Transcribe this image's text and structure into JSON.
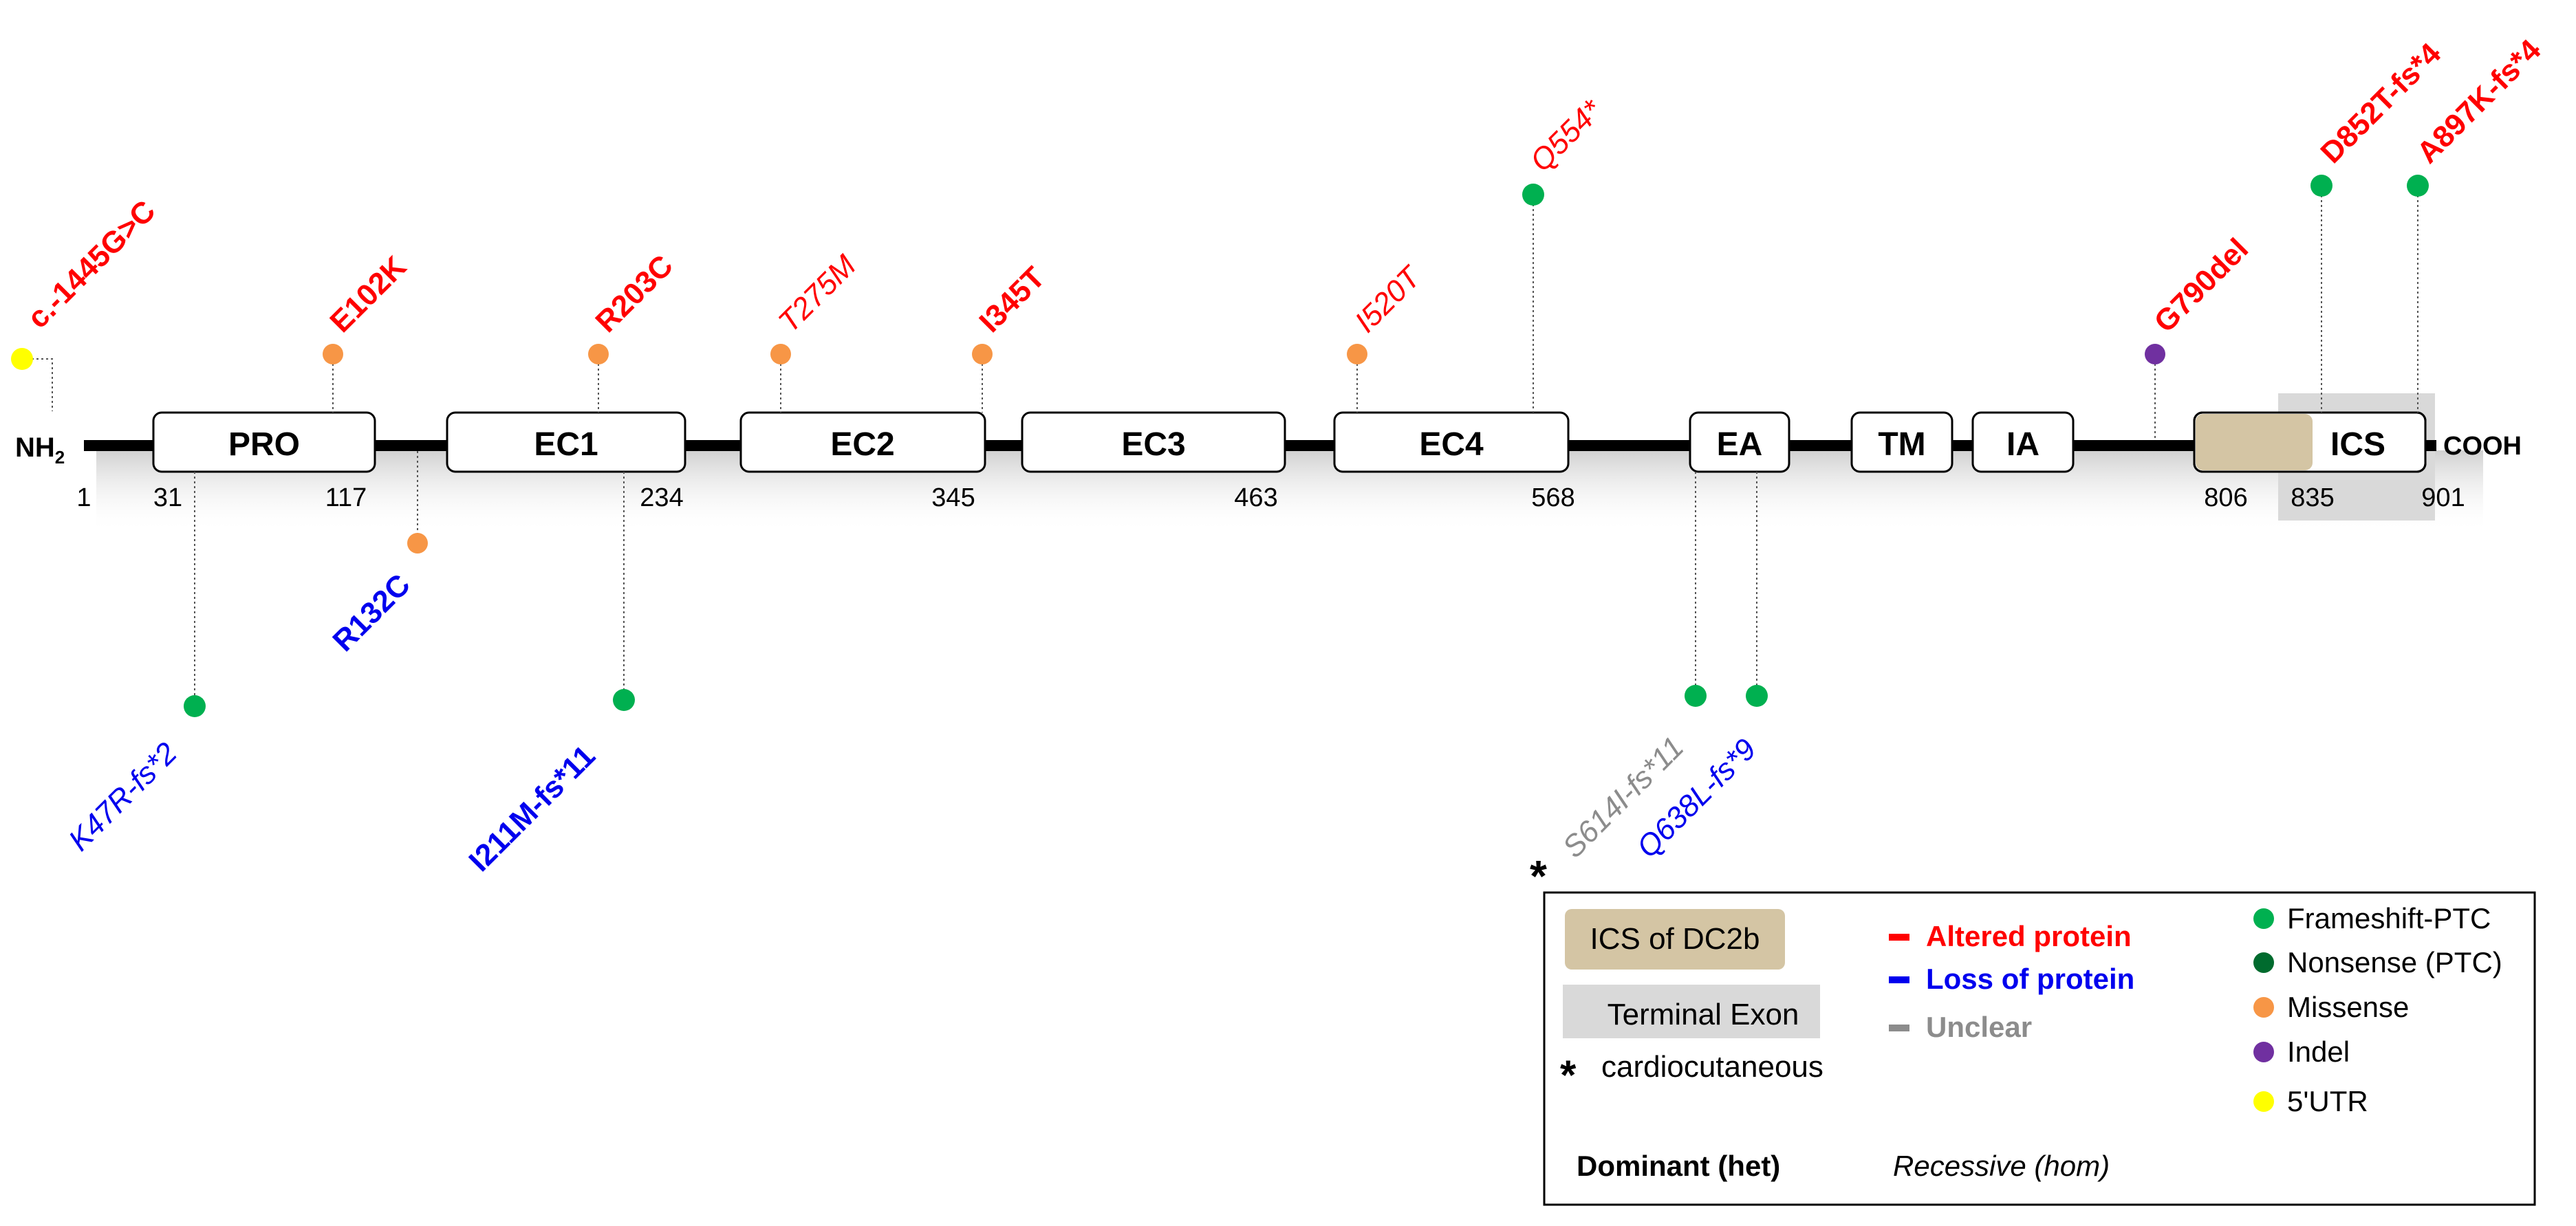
{
  "protein": {
    "n_terminus": "NH",
    "n_terminus_sub": "2",
    "c_terminus": "COOH"
  },
  "domains": [
    {
      "id": "pro",
      "label": "PRO"
    },
    {
      "id": "ec1",
      "label": "EC1"
    },
    {
      "id": "ec2",
      "label": "EC2"
    },
    {
      "id": "ec3",
      "label": "EC3"
    },
    {
      "id": "ec4",
      "label": "EC4"
    },
    {
      "id": "ea",
      "label": "EA"
    },
    {
      "id": "tm",
      "label": "TM"
    },
    {
      "id": "ia",
      "label": "IA"
    },
    {
      "id": "ics",
      "label": "ICS"
    }
  ],
  "positions": [
    "1",
    "31",
    "117",
    "234",
    "345",
    "463",
    "568",
    "806",
    "835",
    "901"
  ],
  "variants": [
    {
      "id": "c1445",
      "label": "c.-1445G>C",
      "type": "5'UTR",
      "effect": "altered",
      "inheritance": "dominant"
    },
    {
      "id": "e102k",
      "label": "E102K",
      "type": "missense",
      "effect": "altered",
      "inheritance": "dominant"
    },
    {
      "id": "r203c",
      "label": "R203C",
      "type": "missense",
      "effect": "altered",
      "inheritance": "dominant"
    },
    {
      "id": "t275m",
      "label": "T275M",
      "type": "missense",
      "effect": "altered",
      "inheritance": "recessive"
    },
    {
      "id": "i345t",
      "label": "I345T",
      "type": "missense",
      "effect": "altered",
      "inheritance": "dominant"
    },
    {
      "id": "i520t",
      "label": "I520T",
      "type": "missense",
      "effect": "altered",
      "inheritance": "recessive"
    },
    {
      "id": "q554",
      "label": "Q554*",
      "type": "frameshift",
      "effect": "altered",
      "inheritance": "recessive"
    },
    {
      "id": "g790del",
      "label": "G790del",
      "type": "indel",
      "effect": "altered",
      "inheritance": "dominant"
    },
    {
      "id": "d852t",
      "label": "D852T-fs*4",
      "type": "frameshift",
      "effect": "altered",
      "inheritance": "dominant"
    },
    {
      "id": "a897k",
      "label": "A897K-fs*4",
      "type": "frameshift",
      "effect": "altered",
      "inheritance": "dominant"
    },
    {
      "id": "r132c",
      "label": "R132C",
      "type": "missense",
      "effect": "loss",
      "inheritance": "dominant"
    },
    {
      "id": "k47r",
      "label": "K47R-fs*2",
      "type": "frameshift",
      "effect": "loss",
      "inheritance": "recessive"
    },
    {
      "id": "i211m",
      "label": "I211M-fs*11",
      "type": "frameshift",
      "effect": "loss",
      "inheritance": "dominant"
    },
    {
      "id": "s614i",
      "label": "S614I-fs*11",
      "type": "frameshift",
      "effect": "unclear",
      "inheritance": "recessive"
    },
    {
      "id": "q638l",
      "label": "Q638L-fs*9",
      "type": "frameshift",
      "effect": "loss",
      "inheritance": "recessive"
    }
  ],
  "cardiocutaneous_marker": "*",
  "legend": {
    "ics_dc2b": "ICS of DC2b",
    "terminal_exon": "Terminal Exon",
    "cardiocutaneous": "cardiocutaneous",
    "cardiocutaneous_star": "*",
    "altered": "Altered protein",
    "loss": "Loss of protein",
    "unclear": "Unclear",
    "frameshift": "Frameshift-PTC",
    "nonsense": "Nonsense (PTC)",
    "missense": "Missense",
    "indel": "Indel",
    "utr": "5'UTR",
    "dominant": "Dominant (het)",
    "recessive": "Recessive (hom)"
  },
  "colors": {
    "altered": "#ff0000",
    "loss": "#0000ee",
    "unclear": "#8c8c8c",
    "frameshift": "#00b050",
    "nonsense": "#006b2e",
    "missense": "#f79646",
    "indel": "#7030a0",
    "utr": "#ffff00",
    "ics_dc2b": "#d4c5a4",
    "terminal_exon": "#d9d9d9"
  }
}
